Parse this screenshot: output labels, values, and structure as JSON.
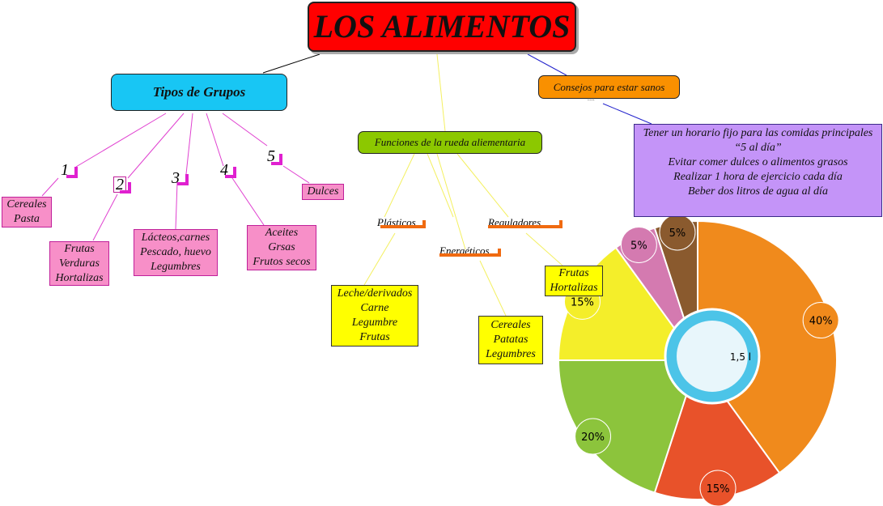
{
  "title": "LOS ALIMENTOS",
  "tipos": {
    "label": "Tipos de Grupos",
    "groups": [
      {
        "num": "1",
        "lines": [
          "Cereales",
          "Pasta"
        ]
      },
      {
        "num": "2",
        "lines": [
          "Frutas",
          "Verduras",
          "Hortalizas"
        ]
      },
      {
        "num": "3",
        "lines": [
          "Lácteos,carnes",
          "Pescado, huevo",
          "Legumbres"
        ]
      },
      {
        "num": "4",
        "lines": [
          "Aceites",
          "Grsas",
          "Frutos secos"
        ]
      },
      {
        "num": "5",
        "lines": [
          "Dulces"
        ]
      }
    ]
  },
  "funciones": {
    "label": "Funciones de la rueda aliementaria",
    "branches": [
      {
        "label": "Plásticos",
        "lines": [
          "Leche/derivados",
          "Carne",
          "Legumbre",
          "Frutas"
        ]
      },
      {
        "label": "Energéticos",
        "lines": [
          "Cereales",
          "Patatas",
          "Legumbres"
        ]
      },
      {
        "label": "Reguladores",
        "lines": [
          "Frutas",
          "Hortalizas"
        ]
      }
    ]
  },
  "consejos": {
    "label": "Consejos para estar sanos",
    "dots": "....",
    "tips": [
      "Tener un horario fijo para las comidas principales",
      "“5 al día”",
      "Evitar comer dulces o alimentos grasos",
      "Realizar 1 hora de ejercicio cada día",
      "Beber dos litros de agua al día"
    ]
  },
  "wheel": {
    "center": "1,5 l",
    "segments": [
      {
        "pct": "40%",
        "color": "#f08a1c"
      },
      {
        "pct": "15%",
        "color": "#e8522a"
      },
      {
        "pct": "20%",
        "color": "#8cc43c"
      },
      {
        "pct": "15%",
        "color": "#f4ee2a"
      },
      {
        "pct": "5%",
        "color": "#d47ab0"
      },
      {
        "pct": "5%",
        "color": "#8a5a2e"
      }
    ]
  }
}
